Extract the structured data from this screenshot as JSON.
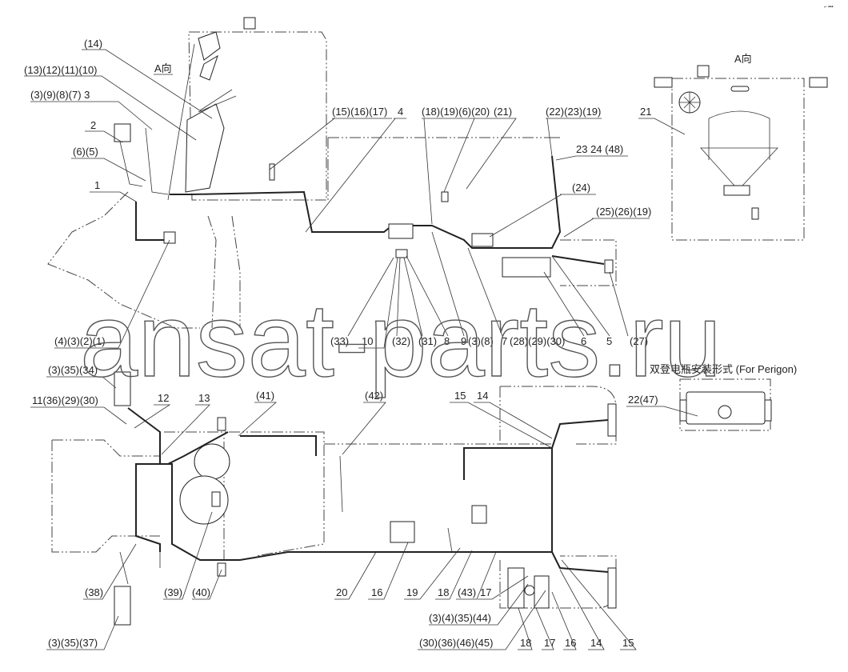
{
  "watermark": "ansat-parts.ru",
  "corner_mark": "⌐ ▪▪▪",
  "side_view": {
    "direction_label": "A向",
    "callouts": [
      "(14)",
      "(13)(12)(11)(10)",
      "(3)(9)(8)(7) 3",
      "2",
      "(6)(5)",
      "1",
      "(15)(16)(17)",
      "4",
      "(18)(19)(6)(20)",
      "(21)",
      "(22)(23)(19)",
      "23  24 (48)",
      "(24)",
      "(25)(26)(19)",
      "(4)(3)(2)(1)",
      "(33)",
      "10",
      "(32)",
      "(31)",
      "8",
      "9",
      "(3)(8)",
      "7",
      "(28)(29)(30)",
      "6",
      "5",
      "(27)"
    ]
  },
  "view_a": {
    "title": "A向",
    "callouts": [
      "21"
    ]
  },
  "battery_inset": {
    "title": "双登电瓶安装形式 (For Perigon)",
    "callouts": [
      "22(47)"
    ]
  },
  "top_view": {
    "callouts": [
      "(3)(35)(34)",
      "11(36)(29)(30)",
      "12",
      "13",
      "(41)",
      "(42)",
      "15",
      "14",
      "(38)",
      "(39)",
      "(40)",
      "20",
      "16",
      "19",
      "18",
      "(43)",
      "17",
      "(3)(4)(35)(44)",
      "(30)(36)(46)(45)",
      "18",
      "17",
      "16",
      "14",
      "15",
      "(3)(35)(37)"
    ]
  }
}
